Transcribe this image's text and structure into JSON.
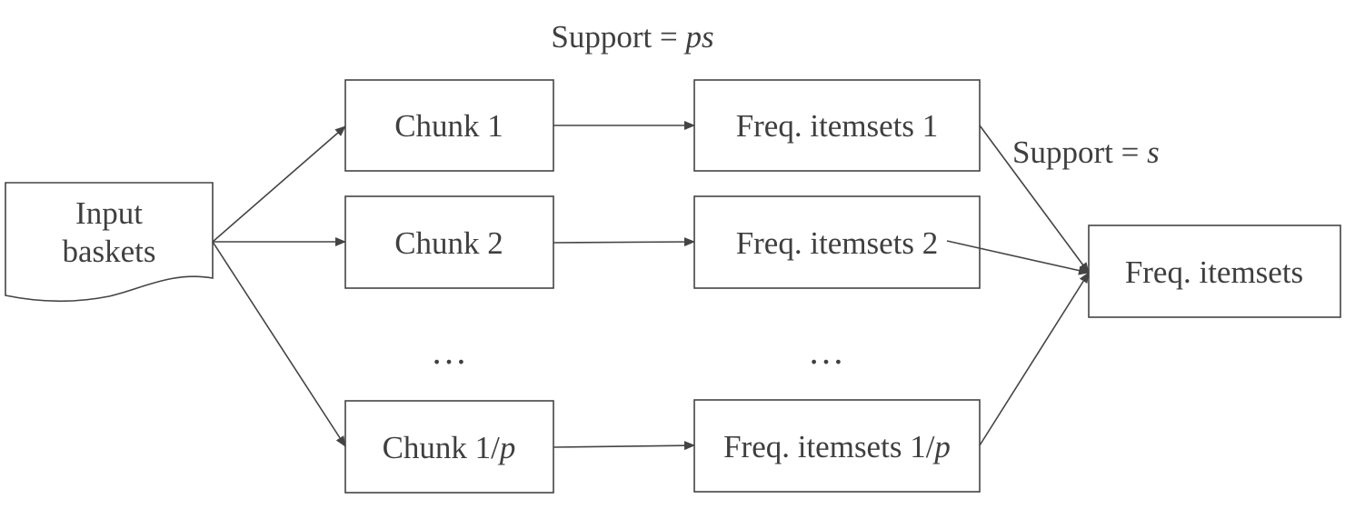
{
  "input": {
    "label_line1": "Input",
    "label_line2": "baskets"
  },
  "chunks": [
    {
      "label": "Chunk 1"
    },
    {
      "label": "Chunk 2"
    },
    {
      "label": "Chunk 1/",
      "suffix": "p"
    }
  ],
  "freq_sets": [
    {
      "label": "Freq. itemsets 1"
    },
    {
      "label": "Freq. itemsets 2"
    },
    {
      "label": "Freq. itemsets 1/",
      "suffix": "p"
    }
  ],
  "ellipsis": "…",
  "support_chunk": {
    "prefix": "Support = ",
    "var": "ps"
  },
  "support_final": {
    "prefix": "Support = ",
    "var": "s"
  },
  "output": {
    "label": "Freq. itemsets"
  }
}
